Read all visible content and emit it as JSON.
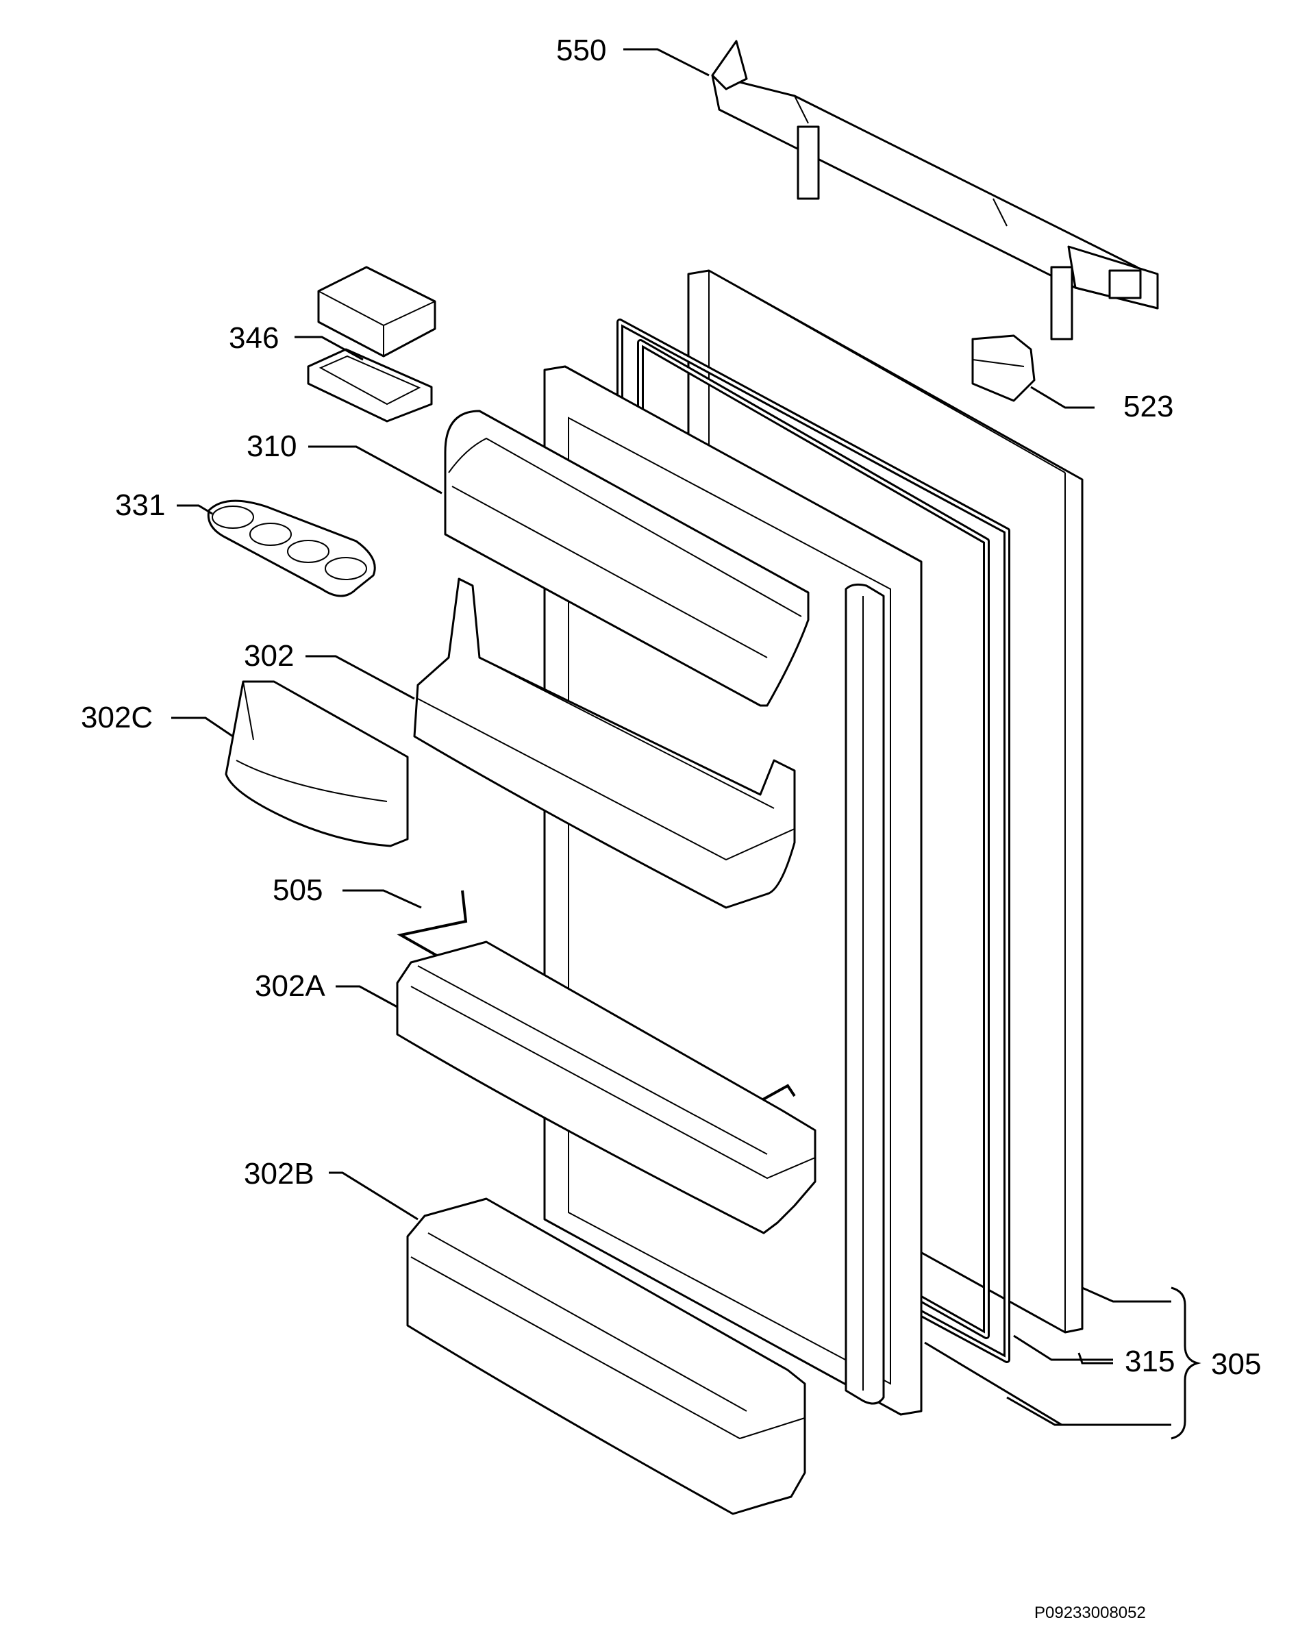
{
  "labels": {
    "p550": "550",
    "p346": "346",
    "p523": "523",
    "p310": "310",
    "p331": "331",
    "p302": "302",
    "p302c": "302C",
    "p505": "505",
    "p302a": "302A",
    "p302b": "302B",
    "p315": "315",
    "p305": "305"
  },
  "drawing_code": "P09233008052"
}
